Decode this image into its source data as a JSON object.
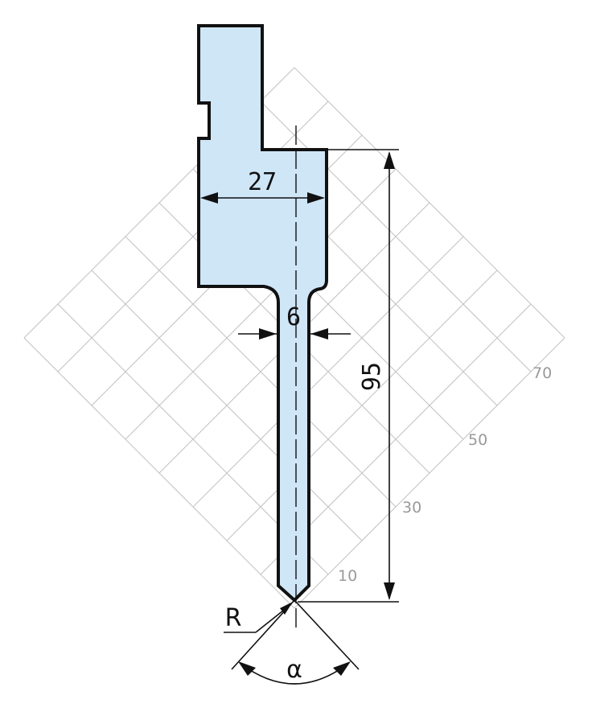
{
  "dimensions": {
    "width_top": "27",
    "blade_thickness": "6",
    "height": "95",
    "radius_label": "R",
    "angle_label": "α"
  },
  "scale_labels": [
    "70",
    "50",
    "30",
    "10"
  ],
  "colors": {
    "profile_fill": "#cfe6f7",
    "outline": "#111111",
    "grid": "#c4c4c4",
    "scale_text": "#9a9a9a"
  }
}
